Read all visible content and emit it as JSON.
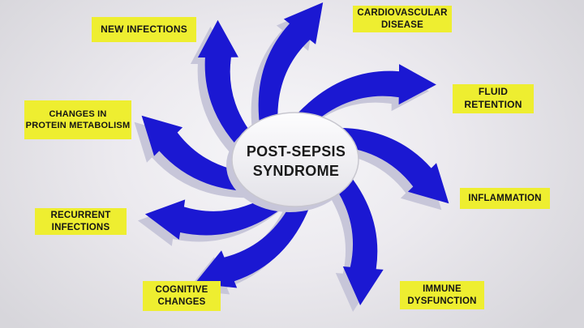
{
  "diagram": {
    "type": "radial-cycle",
    "center_label": "POST-SEPSIS\nSYNDROME",
    "nodes": [
      {
        "id": "cardiovascular-disease",
        "label": "CARDIOVASCULAR\nDISEASE"
      },
      {
        "id": "fluid-retention",
        "label": "FLUID\nRETENTION"
      },
      {
        "id": "inflammation",
        "label": "INFLAMMATION"
      },
      {
        "id": "immune-dysfunction",
        "label": "IMMUNE\nDYSFUNCTION"
      },
      {
        "id": "cognitive-changes",
        "label": "COGNITIVE\nCHANGES"
      },
      {
        "id": "recurrent-infections",
        "label": "RECURRENT\nINFECTIONS"
      },
      {
        "id": "changes-in-protein-metabolism",
        "label": "CHANGES IN\nPROTEIN METABOLISM"
      },
      {
        "id": "new-infections",
        "label": "NEW INFECTIONS"
      }
    ]
  },
  "colors": {
    "arrow": "#1b18d2",
    "arrow_shadow": "#c7c6d9",
    "label_background": "#eeee30",
    "label_text": "#151515",
    "center_fill_top": "#fdfdfe",
    "center_fill_bottom": "#e3e2e8",
    "center_border": "#c8c7cf",
    "center_text": "#1a1a1a",
    "background_center": "#f7f7f9",
    "background_edge": "#d7d6db"
  }
}
